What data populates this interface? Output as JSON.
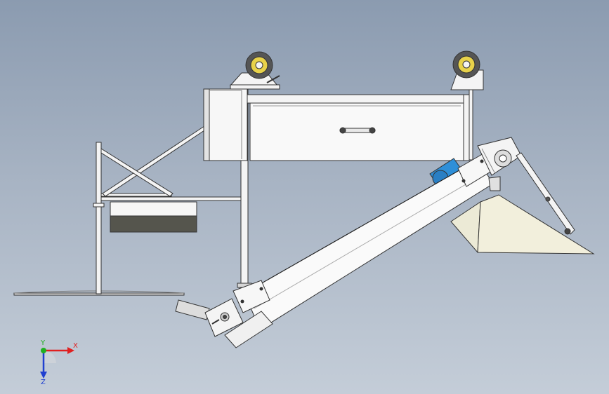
{
  "viewport": {
    "background_top": "#8b9bb0",
    "background_bottom": "#c4cdd8"
  },
  "triad": {
    "x_label": "X",
    "y_label": "Y",
    "z_label": "Z",
    "x_color": "#e02020",
    "y_color": "#20b020",
    "z_color": "#2040d0"
  },
  "model": {
    "frame_color": "#f4f4f4",
    "outline_color": "#333333",
    "motor_color": "#2f8fd8",
    "hopper_color": "#f2efdc",
    "tray_dark_color": "#55554d",
    "wheel_color": "#e8d24a"
  }
}
